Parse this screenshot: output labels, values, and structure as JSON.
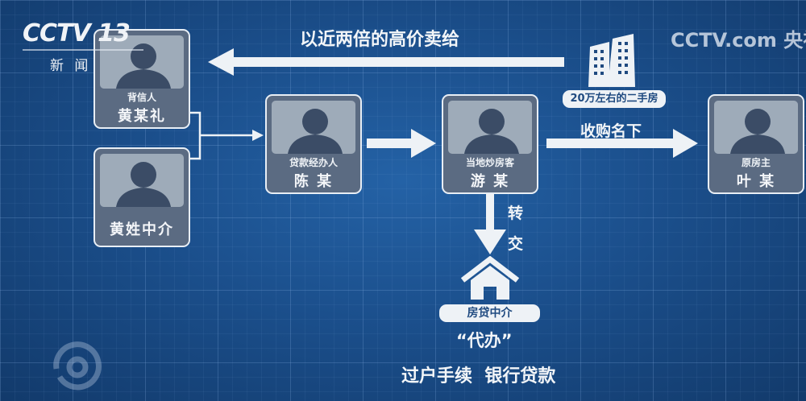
{
  "broadcast": {
    "channel_logo": "CCTV 13",
    "channel_subtitle": "新 闻",
    "watermark": "CCTV.com 央视网"
  },
  "diagram": {
    "nodes": [
      {
        "id": "huang-mouli",
        "role": "背信人",
        "name": "黄某礼"
      },
      {
        "id": "huang-agent",
        "role": "",
        "name": "黄姓中介"
      },
      {
        "id": "chen",
        "role": "贷款经办人",
        "name": "陈 某"
      },
      {
        "id": "you",
        "role": "当地炒房客",
        "name": "游 某"
      },
      {
        "id": "ye",
        "role": "原房主",
        "name": "叶 某"
      }
    ],
    "edges": {
      "resale_label": "以近两倍的高价卖给",
      "house_label": "20万左右的二手房",
      "purchase_label": "收购名下",
      "transfer_label_1": "转",
      "transfer_label_2": "交"
    },
    "mortgage_agent": {
      "label": "房贷中介",
      "quote": "“代办”",
      "services": "过户手续  银行贷款"
    }
  },
  "colors": {
    "background": "#1b4f8c",
    "card": "#5b6b82",
    "photo": "#9eabb9",
    "silhouette": "#3b4c66",
    "arrow": "#eef2f6"
  }
}
